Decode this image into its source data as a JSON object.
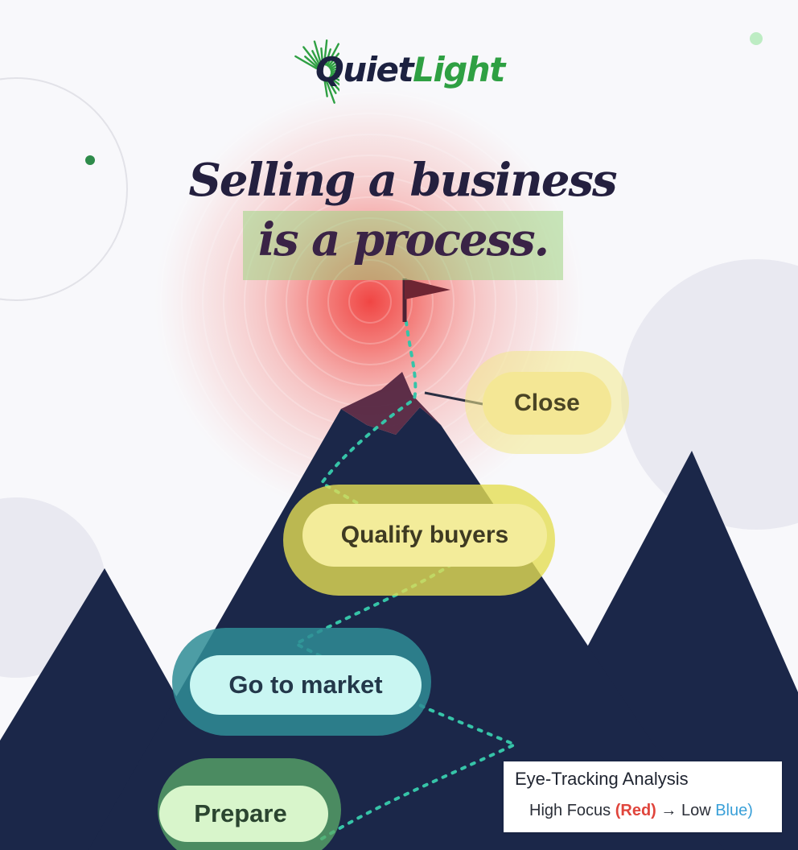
{
  "brand": {
    "name_part_1": "Quiet",
    "name_part_2": "Light",
    "text_color": "#1c2140",
    "accent_color": "#2fa043",
    "icon": "sunburst-icon"
  },
  "headline": {
    "line_1": "Selling a business",
    "line_2": "is a process.",
    "color": "#24203f",
    "highlight_color": "#9ed684"
  },
  "summit": {
    "icon": "flag-icon"
  },
  "steps": [
    {
      "label": "Close",
      "focus": "medium"
    },
    {
      "label": "Qualify buyers",
      "focus": "medium"
    },
    {
      "label": "Go to market",
      "focus": "low"
    },
    {
      "label": "Prepare",
      "focus": "low"
    }
  ],
  "heatmap": {
    "high_focus_color": "#f04a45",
    "medium_focus_color": "#e6dc4e",
    "low_focus_color": "#3aa4a8"
  },
  "legend": {
    "title": "Eye-Tracking Analysis",
    "text_1": "High Focus ",
    "high": "(Red)",
    "arrow": "→",
    "text_2": "Low ",
    "low": "Blue",
    "close_paren": ")",
    "high_color": "#e0453c",
    "low_color": "#3aa0d8"
  },
  "colors": {
    "mountain": "#1b2749",
    "background": "#f8f8fb"
  }
}
